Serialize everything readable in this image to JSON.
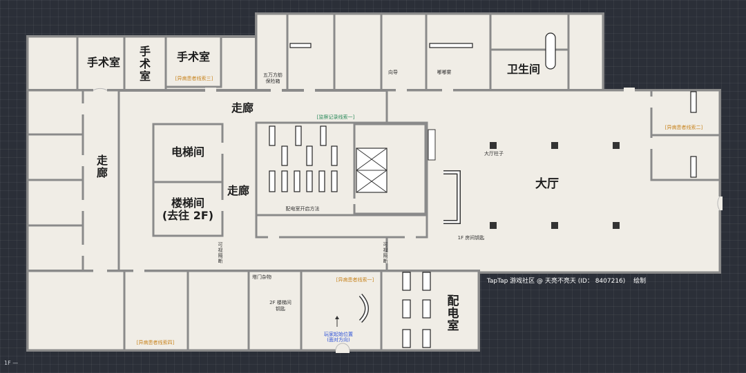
{
  "floor_label": "1F —",
  "credit": "TapTap 游戏社区 @ 天亮不亮天 (ID： 8407216)　 绘制",
  "rooms": {
    "surgery1": "手术室",
    "surgery2": "手\n术\n室",
    "surgery2_l1": "手",
    "surgery2_l2": "术",
    "surgery2_l3": "室",
    "surgery3": "手术室",
    "corridor_top": "走廊",
    "corridor_left_l1": "走",
    "corridor_left_l2": "廊",
    "corridor_right": "走廊",
    "elevator": "电梯间",
    "stairs_l1": "楼梯间",
    "stairs_l2": "(去往 2F)",
    "hall": "大厅",
    "restroom": "卫生间",
    "power_l1": "配",
    "power_l2": "电",
    "power_l3": "室"
  },
  "labels": {
    "safe_l1": "五万方舫",
    "safe_l2": "保险箱",
    "guide": "向导",
    "noise": "嘟嘟雾",
    "power_method": "配电室开启方法",
    "hall_pillar": "大厅柱子",
    "key_1f": "1F 房间钥匙",
    "see_partition_a1": "可",
    "see_partition_a2": "视",
    "see_partition_a3": "隔",
    "see_partition_a4": "断",
    "see_partition_b1": "可",
    "see_partition_b2": "视",
    "see_partition_b3": "隔",
    "see_partition_b4": "断",
    "tower_door": "塔门杂物",
    "key_2f_l1": "2F 楼梯间",
    "key_2f_l2": "钥匙",
    "start_l1": "玩家起始位置",
    "start_l2": "(面对方向)"
  },
  "clues": {
    "clue3": "[异病患者线索三]",
    "clue2": "[异病患者线索二]",
    "clue1": "[异病患者线索一]",
    "clue4": "[异病患者线索四]",
    "monitor1": "[监察记录线索一]"
  },
  "colors": {
    "background": "#2b2f38",
    "room_fill": "#f0ede6",
    "wall": "#8a8a8a",
    "clue_orange": "#c8841e",
    "start_blue": "#2a4fd8",
    "monitor_green": "#2a8a5a"
  }
}
